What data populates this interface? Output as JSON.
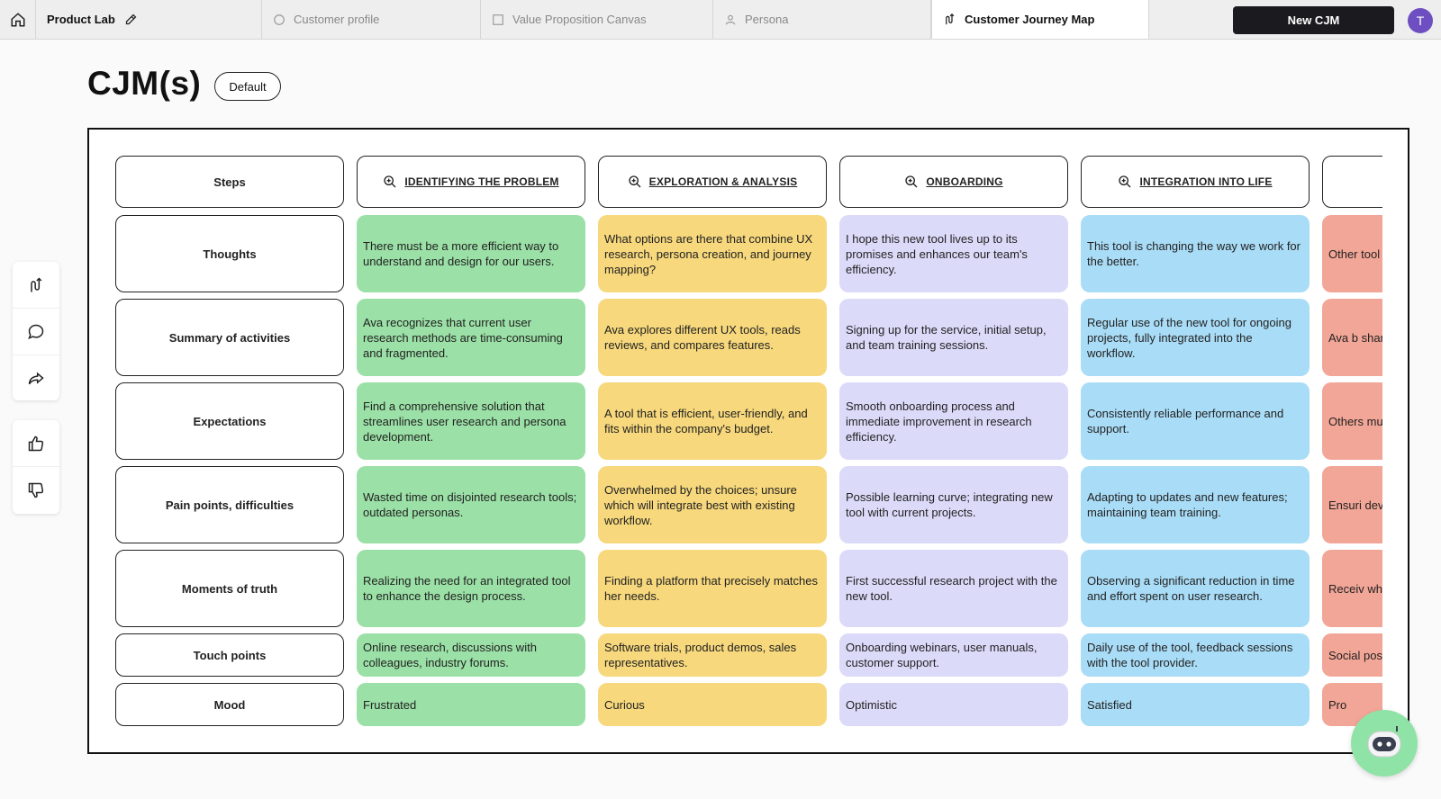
{
  "topbar": {
    "project_name": "Product Lab",
    "tabs": [
      {
        "label": "Customer profile",
        "icon": "circle-icon"
      },
      {
        "label": "Value Proposition Canvas",
        "icon": "square-icon"
      },
      {
        "label": "Persona",
        "icon": "user-icon"
      },
      {
        "label": "Customer Journey Map",
        "icon": "journey-icon",
        "active": true
      }
    ],
    "new_button": "New CJM",
    "avatar_initial": "T"
  },
  "page": {
    "title": "CJM(s)",
    "pill": "Default"
  },
  "cjm": {
    "steps_label": "Steps",
    "stages": [
      {
        "title": "IDENTIFYING THE PROBLEM",
        "color": "#9be0a6"
      },
      {
        "title": "EXPLORATION & ANALYSIS",
        "color": "#f7d87c"
      },
      {
        "title": "ONBOARDING",
        "color": "#dcdaf9"
      },
      {
        "title": "INTEGRATION INTO LIFE",
        "color": "#a9dcf6"
      },
      {
        "title": "",
        "color": "#f2a697"
      }
    ],
    "rows": [
      {
        "label": "Thoughts",
        "cells": [
          "There must be a more efficient way to understand and design for our users.",
          "What options are there that combine UX research, persona creation, and journey mapping?",
          "I hope this new tool lives up to its promises and enhances our team's efficiency.",
          "This tool is changing the way we work for the better.",
          "Other tool h"
        ]
      },
      {
        "label": "Summary of activities",
        "cells": [
          "Ava recognizes that current user research methods are time-consuming and fragmented.",
          "Ava explores different UX tools, reads reviews, and compares features.",
          "Signing up for the service, initial setup, and team training sessions.",
          "Regular use of the new tool for ongoing projects, fully integrated into the workflow.",
          "Ava b sharin desig"
        ]
      },
      {
        "label": "Expectations",
        "cells": [
          "Find a comprehensive solution that streamlines user research and persona development.",
          "A tool that is efficient, user-friendly, and fits within the company's budget.",
          "Smooth onboarding process and immediate improvement in research efficiency.",
          "Consistently reliable performance and support.",
          "Others much"
        ]
      },
      {
        "label": "Pain points, difficulties",
        "cells": [
          "Wasted time on disjointed research tools; outdated personas.",
          "Overwhelmed by the choices; unsure which will integrate best with existing workflow.",
          "Possible learning curve; integrating new tool with current projects.",
          "Adapting to updates and new features; maintaining team training.",
          "Ensuri develc"
        ]
      },
      {
        "label": "Moments of truth",
        "cells": [
          "Realizing the need for an integrated tool to enhance the design process.",
          "Finding a platform that precisely matches her needs.",
          "First successful research project with the new tool.",
          "Observing a significant reduction in time and effort spent on user research.",
          "Receiv who a recom"
        ]
      },
      {
        "label": "Touch points",
        "cells": [
          "Online research, discussions with colleagues, industry forums.",
          "Software trials, product demos, sales representatives.",
          "Onboarding webinars, user manuals, customer support.",
          "Daily use of the tool, feedback sessions with the tool provider.",
          "Social posts."
        ]
      },
      {
        "label": "Mood",
        "cells": [
          "Frustrated",
          "Curious",
          "Optimistic",
          "Satisfied",
          "Pro"
        ]
      }
    ]
  },
  "sidebar": {
    "tools": [
      "journey-icon",
      "comment-icon",
      "share-icon"
    ],
    "feedback": [
      "thumbs-up-icon",
      "thumbs-down-icon"
    ]
  },
  "assistant": {
    "icon": "robot-icon"
  }
}
